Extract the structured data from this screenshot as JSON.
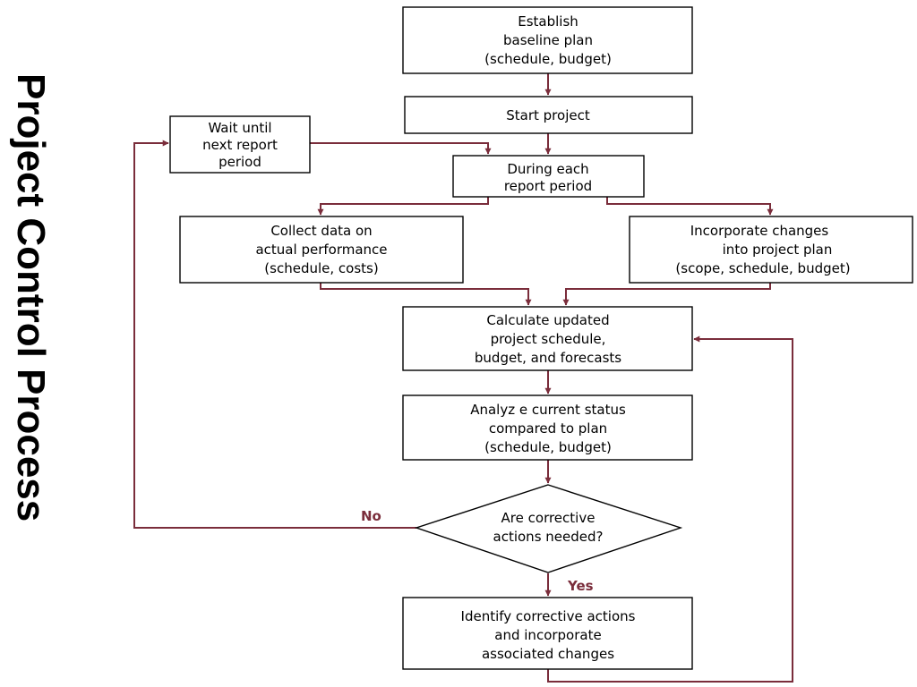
{
  "title": "Project Control Process",
  "colors": {
    "connector": "#7a2d3b",
    "border": "#000000",
    "background": "#ffffff"
  },
  "nodes": {
    "baseline": [
      "Establish",
      "baseline plan",
      "(schedule, budget)"
    ],
    "start": [
      "Start project"
    ],
    "wait": [
      "Wait until",
      "next report",
      "period"
    ],
    "during": [
      "During each",
      "report period"
    ],
    "collect": [
      "Collect data on",
      "actual performance",
      "(schedule, costs)"
    ],
    "incorporate": [
      "Incorporate changes",
      "into project plan",
      "(scope, schedule, budget)"
    ],
    "calculate": [
      "Calculate updated",
      "project schedule,",
      "budget, and forecasts"
    ],
    "analyze": [
      "Analyz e current status",
      "compared to plan",
      "(schedule, budget)"
    ],
    "decision": [
      "Are corrective",
      "actions needed?"
    ],
    "identify": [
      "Identify corrective actions",
      "and incorporate",
      "associated changes"
    ]
  },
  "labels": {
    "no": "No",
    "yes": "Yes"
  }
}
